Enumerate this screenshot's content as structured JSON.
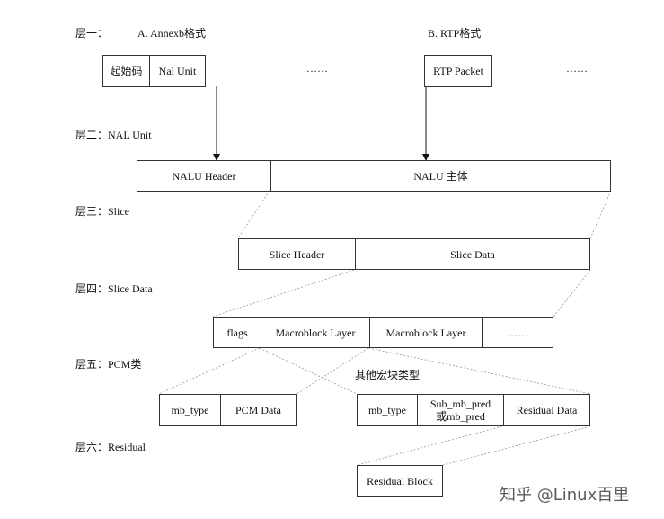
{
  "levels": {
    "l1": "层一：",
    "l2": "层二：NAL Unit",
    "l3": "层三：Slice",
    "l4": "层四：Slice Data",
    "l5": "层五：PCM类",
    "l6": "层六：Residual"
  },
  "formats": {
    "annexb": "A. Annexb格式",
    "rtp": "B. RTP格式"
  },
  "annexb_box": {
    "start_code": "起始码",
    "nal_unit": "Nal Unit"
  },
  "ellipsis": "……",
  "rtp_box": {
    "label": "RTP Packet"
  },
  "nalu": {
    "header": "NALU Header",
    "body": "NALU 主体"
  },
  "slice": {
    "header": "Slice Header",
    "data": "Slice Data"
  },
  "slice_data": {
    "flags": "flags",
    "mb1": "Macroblock Layer",
    "mb2": "Macroblock Layer"
  },
  "other_mb_label": "其他宏块类型",
  "pcm": {
    "mb_type": "mb_type",
    "pcm_data": "PCM Data"
  },
  "other_mb": {
    "mb_type": "mb_type",
    "pred_line1": "Sub_mb_pred",
    "pred_line2": "或mb_pred",
    "residual": "Residual Data"
  },
  "residual_block": "Residual Block",
  "watermark": "知乎 @Linux百里"
}
